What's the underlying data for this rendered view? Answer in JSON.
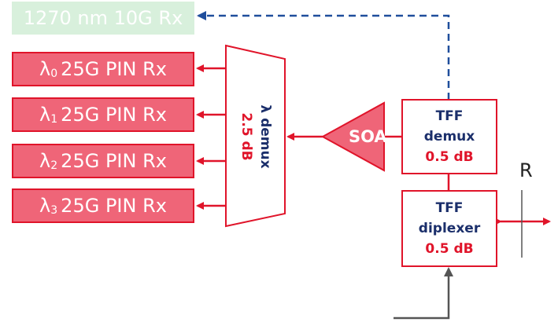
{
  "receivers": {
    "legacy": {
      "text": "1270 nm 10G Rx"
    },
    "lambda": [
      {
        "symbol": "λ",
        "index": "0",
        "text": "25G PIN Rx"
      },
      {
        "symbol": "λ",
        "index": "1",
        "text": "25G PIN Rx"
      },
      {
        "symbol": "λ",
        "index": "2",
        "text": "25G PIN Rx"
      },
      {
        "symbol": "λ",
        "index": "3",
        "text": "25G PIN Rx"
      }
    ]
  },
  "demux": {
    "line1": "λ demux",
    "line2": "2.5 dB"
  },
  "soa": {
    "label": "SOA"
  },
  "tff_demux": {
    "line1": "TFF",
    "line2": "demux",
    "loss": "0.5 dB"
  },
  "tff_diplexer": {
    "line1": "TFF",
    "line2": "diplexer",
    "loss": "0.5 dB"
  },
  "reflection_label": "R",
  "colors": {
    "accent_red": "#e0142a",
    "rx_fill": "#ef6578",
    "legacy_fill": "#d8f0dc",
    "navy": "#1b2f6b",
    "dashed_blue": "#1f4e9c",
    "input_line": "#555555"
  }
}
